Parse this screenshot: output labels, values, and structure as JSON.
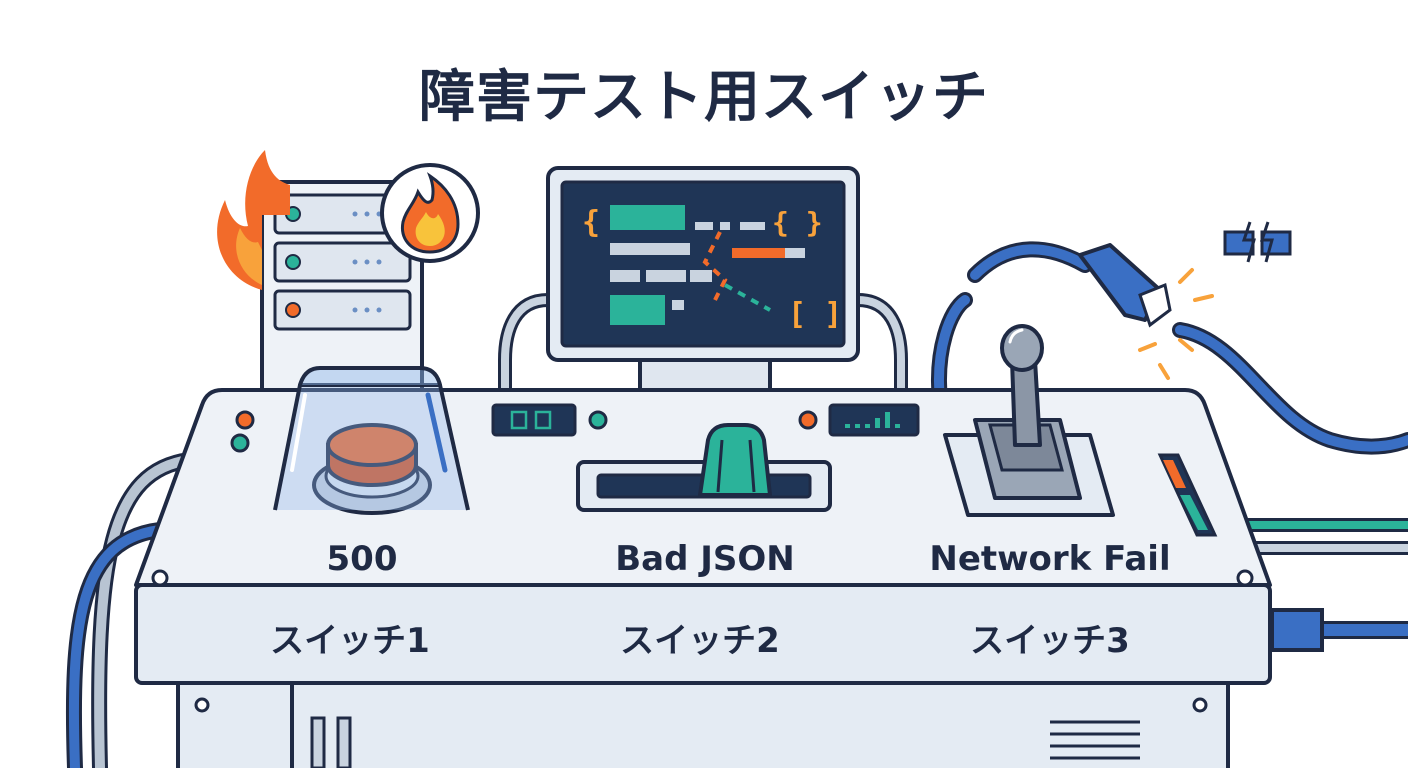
{
  "title": "障害テスト用スイッチ",
  "switches": [
    {
      "fault": "500",
      "label": "スイッチ1",
      "control": "covered-push-button"
    },
    {
      "fault": "Bad JSON",
      "label": "スイッチ2",
      "control": "slide-switch"
    },
    {
      "fault": "Network Fail",
      "label": "スイッチ3",
      "control": "toggle-lever"
    }
  ],
  "monitor": {
    "brackets_top": "{ }",
    "brackets_bottom": "[ ]",
    "brace_left": "{"
  },
  "colors": {
    "outline": "#1f2a44",
    "panel": "#eef2f7",
    "panel_front": "#e4ebf3",
    "accent_orange": "#f26b2a",
    "accent_teal": "#2bb39a",
    "cable_blue": "#3a6fc4",
    "screen": "#1f3556"
  }
}
